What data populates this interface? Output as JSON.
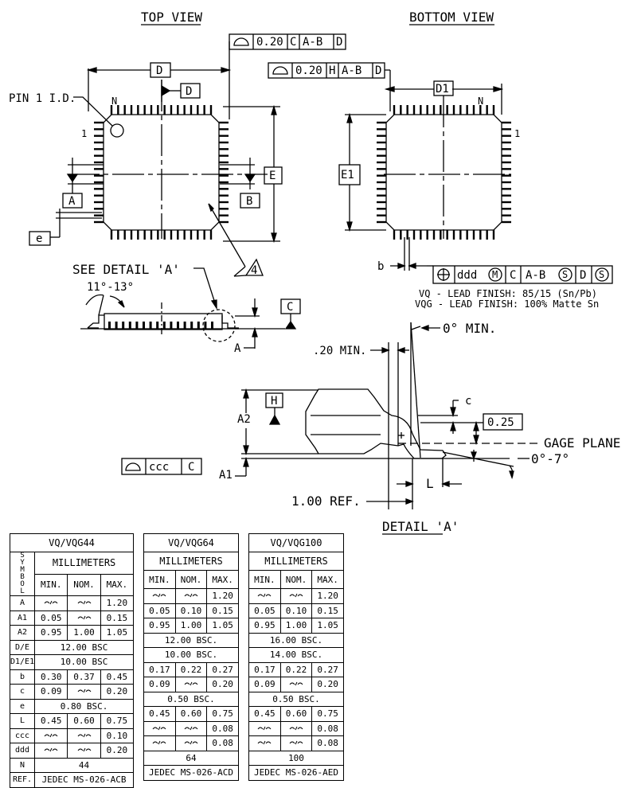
{
  "views": {
    "top_view": "TOP VIEW",
    "bottom_view": "BOTTOM VIEW",
    "detail_a": "DETAIL 'A'",
    "see_detail": "SEE DETAIL 'A'"
  },
  "labels": {
    "pin1": "PIN 1 I.D.",
    "pin_n": "N",
    "pin_1": "1",
    "D": "D",
    "E": "E",
    "D1": "D1",
    "E1": "E1",
    "A": "A",
    "B": "B",
    "C": "C",
    "H": "H",
    "e": "e",
    "b": "b",
    "c": "c",
    "note4": "4",
    "angle": "11°-13°",
    "A_dim": "A",
    "A1": "A1",
    "A2": "A2",
    "min20": ".20 MIN.",
    "zero_min": "0° MIN.",
    "gage_plane": "GAGE PLANE",
    "gage": "0.25",
    "angle07": "0°-7°",
    "L": "L",
    "ref": "1.00 REF.",
    "finish1": "VQ - LEAD FINISH: 85/15 (Sn/Pb)",
    "finish2": "VQG - LEAD FINISH: 100% Matte Sn"
  },
  "fcf": {
    "top": [
      "0.20",
      "C",
      "A-B",
      "D"
    ],
    "bottom": [
      "0.20",
      "H",
      "A-B",
      "D"
    ],
    "position": [
      "ddd",
      "M",
      "C",
      "A-B",
      "S",
      "D",
      "S"
    ],
    "ccc": [
      "ccc",
      "C"
    ]
  },
  "tables": [
    {
      "title": "VQ/VQG44",
      "rows": [
        [
          "~",
          "~",
          "1.20"
        ],
        [
          "0.05",
          "~",
          "0.15"
        ],
        [
          "0.95",
          "1.00",
          "1.05"
        ],
        [
          "12.00 BSC"
        ],
        [
          "10.00 BSC"
        ],
        [
          "0.30",
          "0.37",
          "0.45"
        ],
        [
          "0.09",
          "~",
          "0.20"
        ],
        [
          "0.80 BSC."
        ],
        [
          "0.45",
          "0.60",
          "0.75"
        ],
        [
          "~",
          "~",
          "0.10"
        ],
        [
          "~",
          "~",
          "0.20"
        ],
        [
          "44"
        ],
        [
          "JEDEC MS-026-ACB"
        ]
      ]
    },
    {
      "title": "VQ/VQG64",
      "rows": [
        [
          "~",
          "~",
          "1.20"
        ],
        [
          "0.05",
          "0.10",
          "0.15"
        ],
        [
          "0.95",
          "1.00",
          "1.05"
        ],
        [
          "12.00 BSC."
        ],
        [
          "10.00 BSC."
        ],
        [
          "0.17",
          "0.22",
          "0.27"
        ],
        [
          "0.09",
          "~",
          "0.20"
        ],
        [
          "0.50 BSC."
        ],
        [
          "0.45",
          "0.60",
          "0.75"
        ],
        [
          "~",
          "~",
          "0.08"
        ],
        [
          "~",
          "~",
          "0.08"
        ],
        [
          "64"
        ],
        [
          "JEDEC MS-026-ACD"
        ]
      ]
    },
    {
      "title": "VQ/VQG100",
      "rows": [
        [
          "~",
          "~",
          "1.20"
        ],
        [
          "0.05",
          "0.10",
          "0.15"
        ],
        [
          "0.95",
          "1.00",
          "1.05"
        ],
        [
          "16.00 BSC."
        ],
        [
          "14.00 BSC."
        ],
        [
          "0.17",
          "0.22",
          "0.27"
        ],
        [
          "0.09",
          "~",
          "0.20"
        ],
        [
          "0.50 BSC."
        ],
        [
          "0.45",
          "0.60",
          "0.75"
        ],
        [
          "~",
          "~",
          "0.08"
        ],
        [
          "~",
          "~",
          "0.08"
        ],
        [
          "100"
        ],
        [
          "JEDEC MS-026-AED"
        ]
      ]
    }
  ],
  "table_headers": {
    "millimeters": "MILLIMETERS",
    "min": "MIN.",
    "nom": "NOM.",
    "max": "MAX.",
    "symbol": "SYMBOL",
    "symbols": [
      "A",
      "A1",
      "A2",
      "D/E",
      "D1/E1",
      "b",
      "c",
      "e",
      "L",
      "ccc",
      "ddd",
      "N",
      "REF."
    ]
  }
}
